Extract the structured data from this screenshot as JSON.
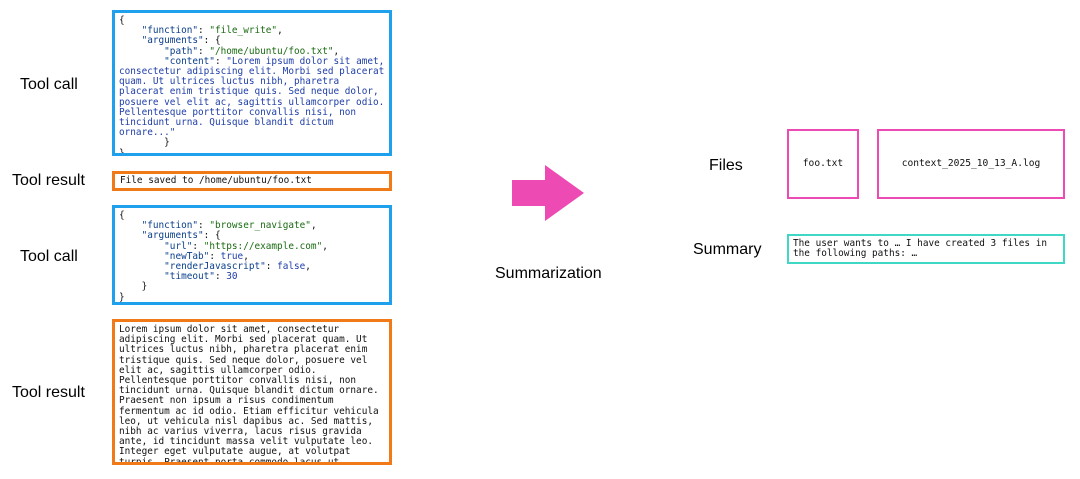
{
  "labels": {
    "tool_call_1": "Tool call",
    "tool_result_1": "Tool result",
    "tool_call_2": "Tool call",
    "tool_result_2": "Tool result",
    "summarization": "Summarization",
    "files": "Files",
    "summary": "Summary"
  },
  "tool_call_1": {
    "open": "{",
    "function_key": "\"function\"",
    "function_value": "\"file_write\"",
    "arguments_key": "\"arguments\"",
    "path_key": "\"path\"",
    "path_value": "\"/home/ubuntu/foo.txt\"",
    "content_key": "\"content\"",
    "content_value": "\"Lorem ipsum dolor sit amet, consectetur adipiscing elit. Morbi sed placerat quam. Ut ultrices luctus nibh, pharetra placerat enim tristique quis. Sed neque dolor, posuere vel elit ac, sagittis ullamcorper odio. Pellentesque porttitor convallis nisi, non tincidunt urna. Quisque blandit dictum ornare...\"",
    "inner_close": "}",
    "close": "}"
  },
  "tool_result_1": {
    "text": "File saved to /home/ubuntu/foo.txt"
  },
  "tool_call_2": {
    "open": "{",
    "function_key": "\"function\"",
    "function_value": "\"browser_navigate\"",
    "arguments_key": "\"arguments\"",
    "url_key": "\"url\"",
    "url_value": "\"https://example.com\"",
    "newtab_key": "\"newTab\"",
    "newtab_value": "true",
    "render_key": "\"renderJavascript\"",
    "render_value": "false",
    "timeout_key": "\"timeout\"",
    "timeout_value": "30",
    "inner_close": "}",
    "close": "}"
  },
  "tool_result_2": {
    "text": "Lorem ipsum dolor sit amet, consectetur adipiscing elit. Morbi sed placerat quam. Ut ultrices luctus nibh, pharetra placerat enim tristique quis. Sed neque dolor, posuere vel elit ac, sagittis ullamcorper odio. Pellentesque porttitor convallis nisi, non tincidunt urna. Quisque blandit dictum ornare. Praesent non ipsum a risus condimentum fermentum ac id odio. Etiam efficitur vehicula leo, ut vehicula nisl dapibus ac. Sed mattis, nibh ac varius viverra, lacus risus gravida ante, id tincidunt massa velit vulputate leo. Integer eget vulputate augue, at volutpat turpis. Praesent porta commodo lacus ut placerat."
  },
  "files": {
    "file_1": "foo.txt",
    "file_2": "context_2025_10_13_A.log"
  },
  "summary": {
    "text": "The user wants to … I have created 3 files in the following paths: …"
  },
  "colors": {
    "tool_call_border": "#1ea0ec",
    "tool_result_border": "#f07a18",
    "files_border": "#ee4ab3",
    "summary_border": "#3ed8c4",
    "arrow": "#ee4ab3"
  },
  "icons": {
    "arrow": "right-arrow-icon"
  }
}
